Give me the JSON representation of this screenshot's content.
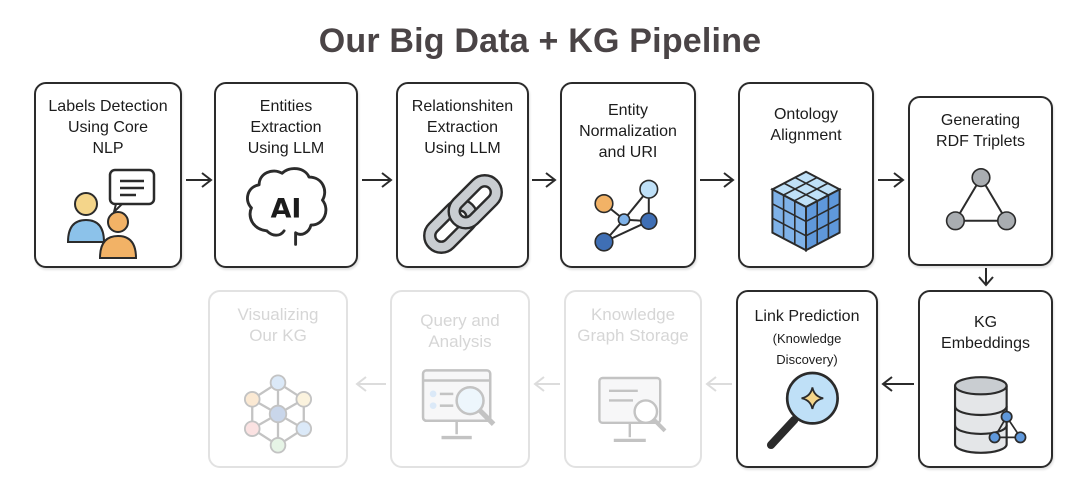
{
  "title": "Our Big Data + KG Pipeline",
  "steps": [
    {
      "label": "Labels Detection\nUsing Core\nNLP",
      "icon": "people-chat-icon"
    },
    {
      "label": "Entities Extraction\nUsing LLM",
      "icon": "ai-brain-icon",
      "icon_text": "AI"
    },
    {
      "label": "Relationshiten\nExtraction\nUsing LLM",
      "icon": "chain-link-icon"
    },
    {
      "label": "Entity\nNormalization\nand URI",
      "icon": "node-graph-icon"
    },
    {
      "label": "Ontology\nAlignment",
      "icon": "cube-icon"
    },
    {
      "label": "Generating\nRDF Triplets",
      "icon": "triangle-graph-icon"
    },
    {
      "label": "KG\nEmbeddings",
      "icon": "database-graph-icon"
    },
    {
      "label": "Link Prediction",
      "sublabel": "(Knowledge Discovery)",
      "icon": "magnifier-sparkle-icon"
    },
    {
      "label": "Knowledge\nGraph Storage",
      "icon": "monitor-search-icon",
      "faded": true
    },
    {
      "label": "Query and\nAnalysis",
      "icon": "screen-search-icon",
      "faded": true
    },
    {
      "label": "Visualizing\nOur KG",
      "icon": "network-icon",
      "faded": true
    }
  ],
  "colors": {
    "title": "#4a4446",
    "border": "#2b2b2b",
    "faded_border": "#e2e2e2",
    "faded_text": "#d6d6d6",
    "blue": "#7fb2e8",
    "dark_blue": "#3f6fb5",
    "orange": "#f2b266",
    "light_blue": "#bfe0f7",
    "gray": "#a9adb1"
  }
}
